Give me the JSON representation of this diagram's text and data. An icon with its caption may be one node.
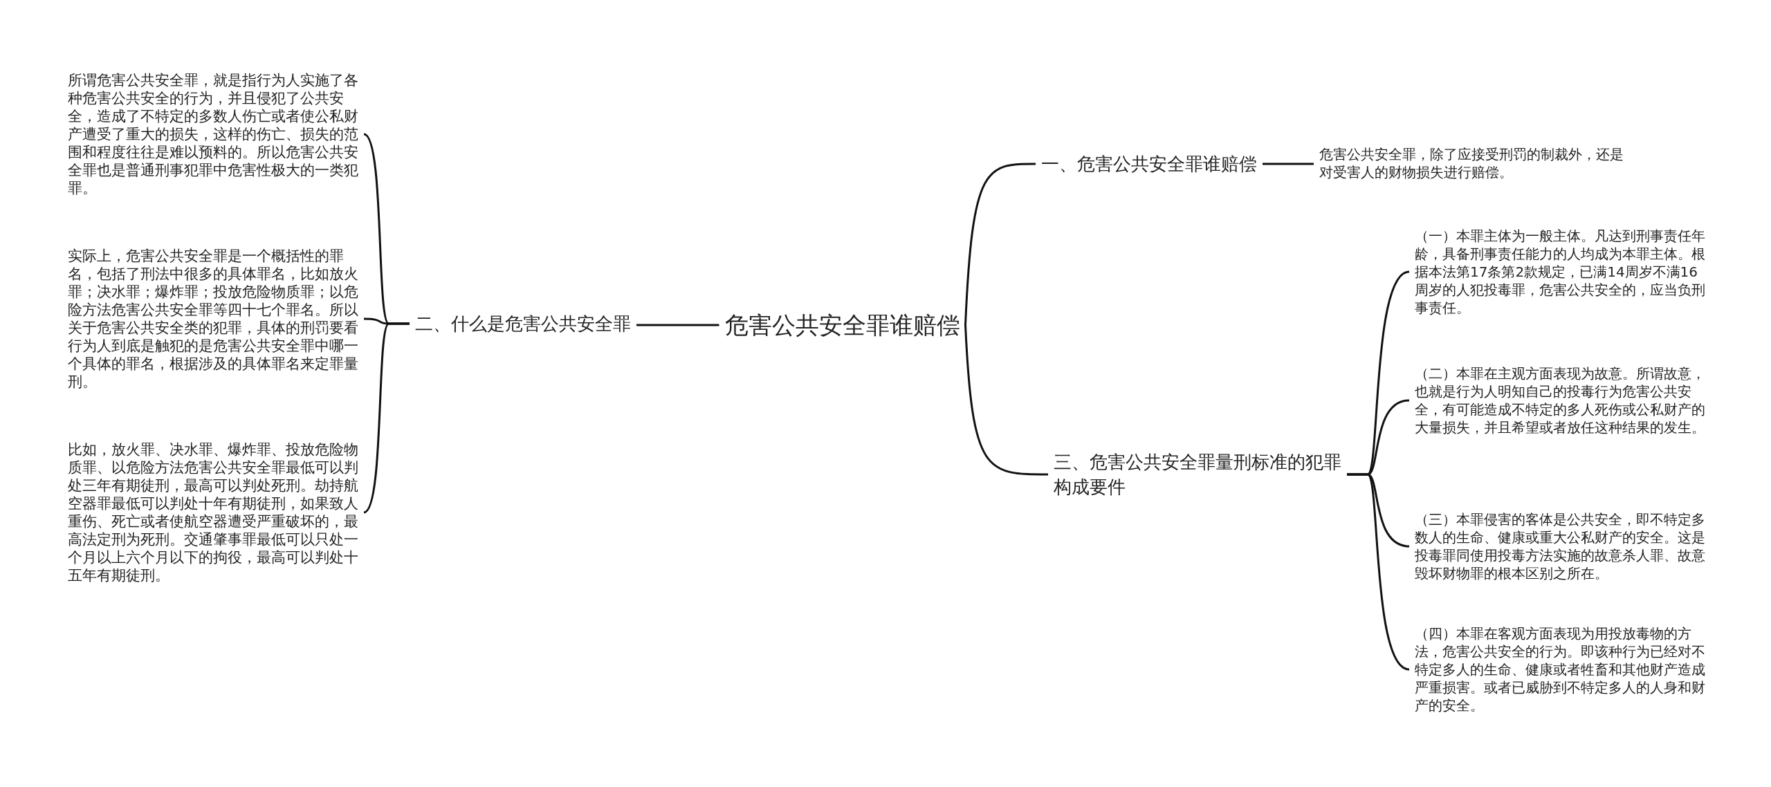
{
  "diagram": {
    "nodes": [
      {
        "text": [
          "危害公共安全罪谁赔偿"
        ]
      },
      {
        "text": [
          "一、危害公共安全罪谁赔偿"
        ]
      },
      {
        "text": [
          "危害公共安全罪，除了应接受刑罚的制裁外，还是对受害人的财物损失进行赔偿。"
        ]
      },
      {
        "text": [
          "二、什么是危害公共安全罪"
        ]
      },
      {
        "text": [
          "所谓危害公共安全罪，就是指行为人实施了各种危害公共安全的行为，并且侵犯了公共安全，造成了不特定的多数人伤亡或者使公私财产遭受了重大的损失，这样的伤亡、损失的范围和程度往往是难以预料的。所以危害公共安全罪也是普通刑事犯罪中危害性极大的一类犯罪。"
        ]
      },
      {
        "text": [
          "实际上，危害公共安全罪是一个概括性的罪名，包括了刑法中很多的具体罪名，比如放火罪；决水罪；爆炸罪；投放危险物质罪；以危险方法危害公共安全罪等四十七个罪名。所以关于危害公共安全类的犯罪，具体的刑罚要看行为人到底是触犯的是危害公共安全罪中哪一个具体的罪名，根据涉及的具体罪名来定罪量刑。"
        ]
      },
      {
        "text": [
          "比如，放火罪、决水罪、爆炸罪、投放危险物质罪、以危险方法危害公共安全罪最低可以判处三年有期徒刑，最高可以判处死刑。劫持航空器罪最低可以判处十年有期徒刑，如果致人重伤、死亡或者使航空器遭受严重破坏的，最高法定刑为死刑。交通肇事罪最低可以只处一个月以上六个月以下的拘役，最高可以判处十五年有期徒刑。"
        ]
      },
      {
        "text": [
          "三、危害公共安全罪量刑标准的犯罪构成要件"
        ]
      },
      {
        "text": [
          "（一）本罪主体为一般主体。凡达到刑事责任年龄，具备刑事责任能力的人均成为本罪主体。根据本法第17条第2款规定，已满14周岁不满16周岁的人犯投毒罪，危害公共安全的，应当负刑事责任。"
        ]
      },
      {
        "text": [
          "（二）本罪在主观方面表现为故意。所谓故意，也就是行为人明知自己的投毒行为危害公共安全，有可能造成不特定的多人死伤或公私财产的大量损失，并且希望或者放任这种结果的发生。"
        ]
      },
      {
        "text": [
          "（三）本罪侵害的客体是公共安全，即不特定多数人的生命、健康或重大公私财产的安全。这是投毒罪同使用投毒方法实施的故意杀人罪、故意毁坏财物罪的根本区别之所在。"
        ]
      },
      {
        "text": [
          "（四）本罪在客观方面表现为用投放毒物的方法，危害公共安全的行为。即该种行为已经对不特定多人的生命、健康或者牲畜和其他财产造成严重损害。或者已威胁到不特定多人的人身和财产的安全。"
        ]
      }
    ],
    "edges": [
      {
        "from": 0,
        "to": 1,
        "arrow": "none"
      },
      {
        "from": 1,
        "to": 2,
        "arrow": "none"
      },
      {
        "from": 0,
        "to": 3,
        "arrow": "none"
      },
      {
        "from": 3,
        "to": 4,
        "arrow": "none"
      },
      {
        "from": 3,
        "to": 5,
        "arrow": "none"
      },
      {
        "from": 3,
        "to": 6,
        "arrow": "none"
      },
      {
        "from": 0,
        "to": 7,
        "arrow": "none"
      },
      {
        "from": 7,
        "to": 8,
        "arrow": "none"
      },
      {
        "from": 7,
        "to": 9,
        "arrow": "none"
      },
      {
        "from": 7,
        "to": 10,
        "arrow": "none"
      },
      {
        "from": 7,
        "to": 11,
        "arrow": "none"
      }
    ]
  }
}
